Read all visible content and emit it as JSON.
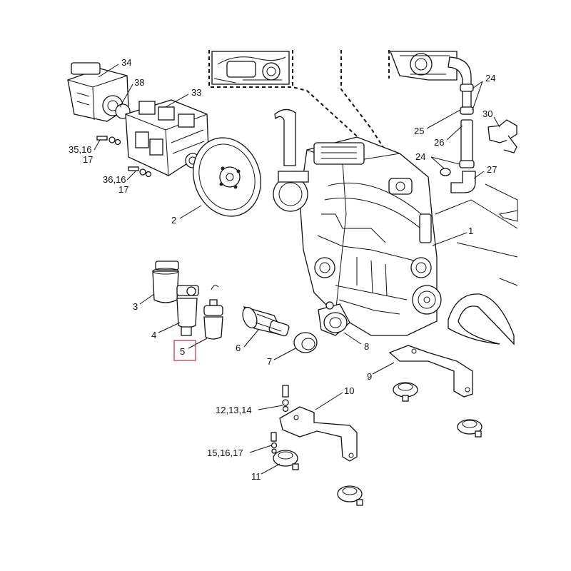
{
  "diagram": {
    "highlight_color": "#cc2a2a",
    "line_color": "#111111",
    "background": "#ffffff",
    "callouts": {
      "c34": "34",
      "c38": "38",
      "c33": "33",
      "c35": "35,16",
      "c35b": "17",
      "c36": "36,16",
      "c36b": "17",
      "c2": "2",
      "c24a": "24",
      "c25": "25",
      "c30": "30",
      "c26": "26",
      "c24b": "24",
      "c27": "27",
      "c1": "1",
      "c3": "3",
      "c4": "4",
      "c5": "5",
      "c6": "6",
      "c7": "7",
      "c8": "8",
      "c9": "9",
      "c10": "10",
      "c12": "12,13,14",
      "c15": "15,16,17",
      "c11": "11"
    }
  }
}
